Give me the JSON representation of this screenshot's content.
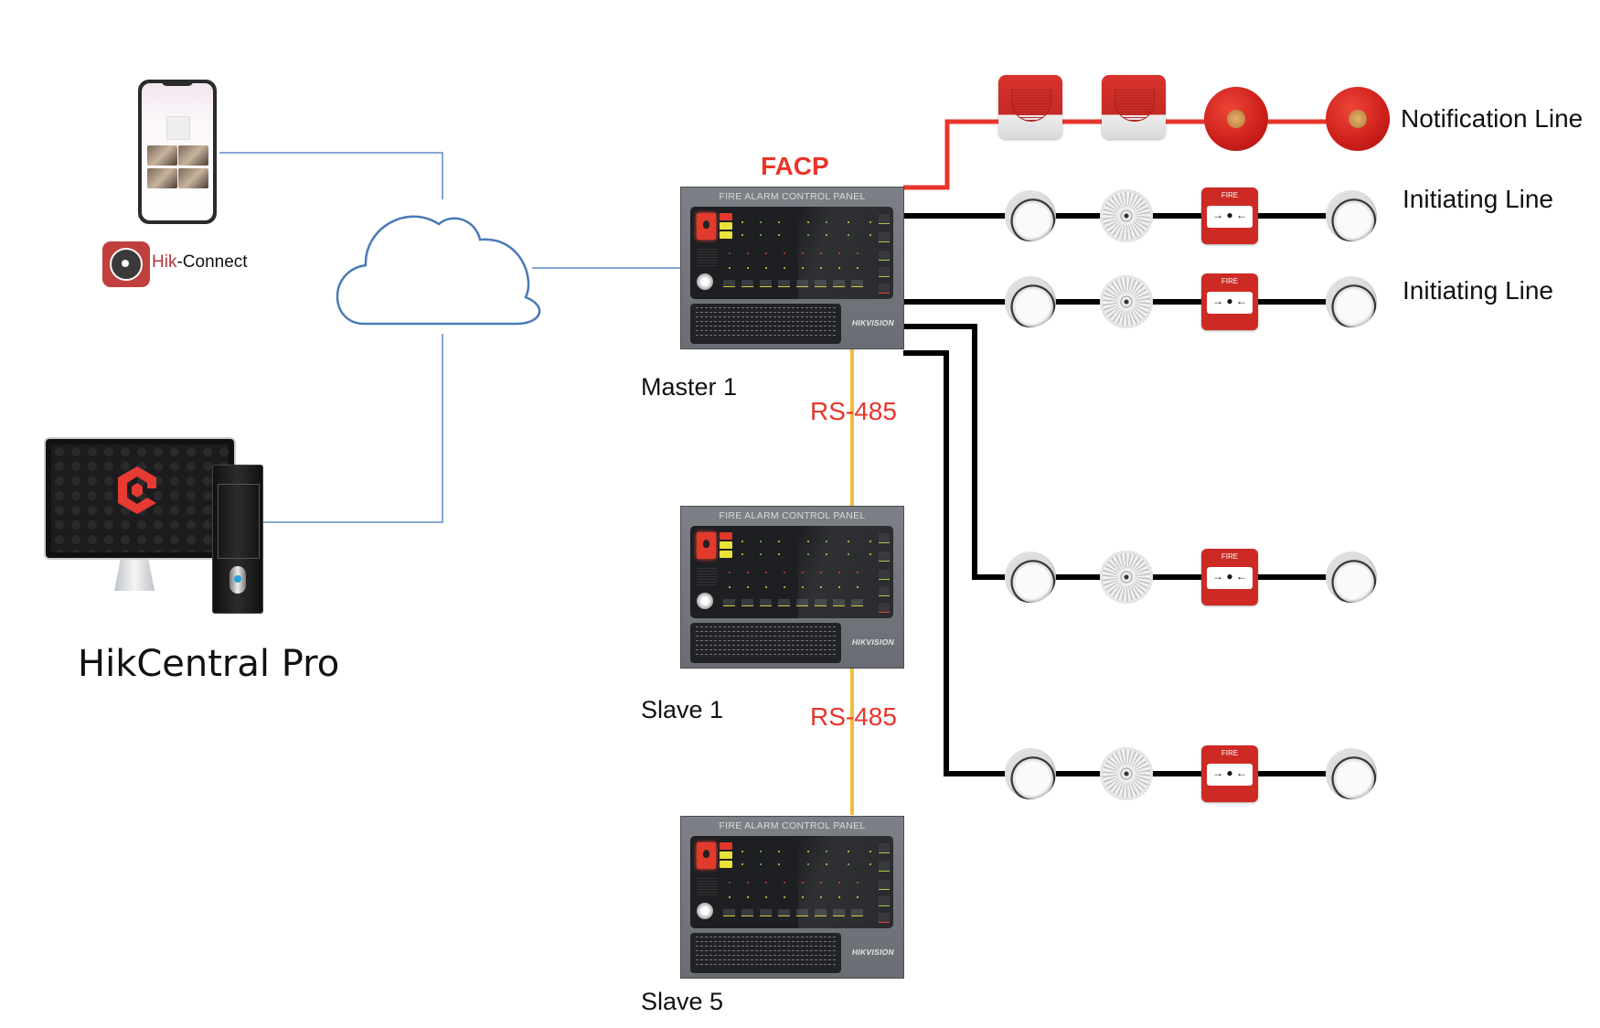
{
  "diagram": {
    "title": "FACP",
    "colors": {
      "network_line": "#5b8ac5",
      "notification_line": "#e8352b",
      "initiating_line": "#000000",
      "rs485_line": "#f2bc34",
      "label_red": "#e8352b"
    },
    "clients": {
      "mobile": {
        "app_name_prefix": "Hik",
        "app_name_suffix": "-Connect",
        "icon": "hik-connect-app-icon"
      },
      "desktop": {
        "label": "HikCentral Pro",
        "icon": "hikcentral-logo-icon"
      },
      "network": {
        "icon": "cloud-icon"
      }
    },
    "panels": [
      {
        "id": "master",
        "label": "Master 1",
        "panel_title": "FIRE ALARM CONTROL PANEL",
        "brand": "HIKVISION"
      },
      {
        "id": "slave1",
        "label": "Slave 1",
        "panel_title": "FIRE ALARM CONTROL PANEL",
        "brand": "HIKVISION"
      },
      {
        "id": "slave5",
        "label": "Slave 5",
        "panel_title": "FIRE ALARM CONTROL PANEL",
        "brand": "HIKVISION"
      }
    ],
    "links": [
      {
        "label": "RS-485",
        "from": "Master 1",
        "to": "Slave 1"
      },
      {
        "label": "RS-485",
        "from": "Slave 1",
        "to": "Slave 5"
      }
    ],
    "loops": [
      {
        "label": "Notification Line",
        "devices": [
          "strobe-siren",
          "strobe-siren",
          "alarm-bell",
          "alarm-bell"
        ]
      },
      {
        "label": "Initiating Line",
        "devices": [
          "smoke-detector",
          "heat-detector",
          "manual-call-point",
          "smoke-detector"
        ]
      },
      {
        "label": "Initiating Line",
        "devices": [
          "smoke-detector",
          "heat-detector",
          "manual-call-point",
          "smoke-detector"
        ]
      },
      {
        "label": "",
        "devices": [
          "smoke-detector",
          "heat-detector",
          "manual-call-point",
          "smoke-detector"
        ]
      },
      {
        "label": "",
        "devices": [
          "smoke-detector",
          "heat-detector",
          "manual-call-point",
          "smoke-detector"
        ]
      }
    ],
    "mcp_text": "FIRE",
    "mcp_glass": "→ ● ←"
  }
}
